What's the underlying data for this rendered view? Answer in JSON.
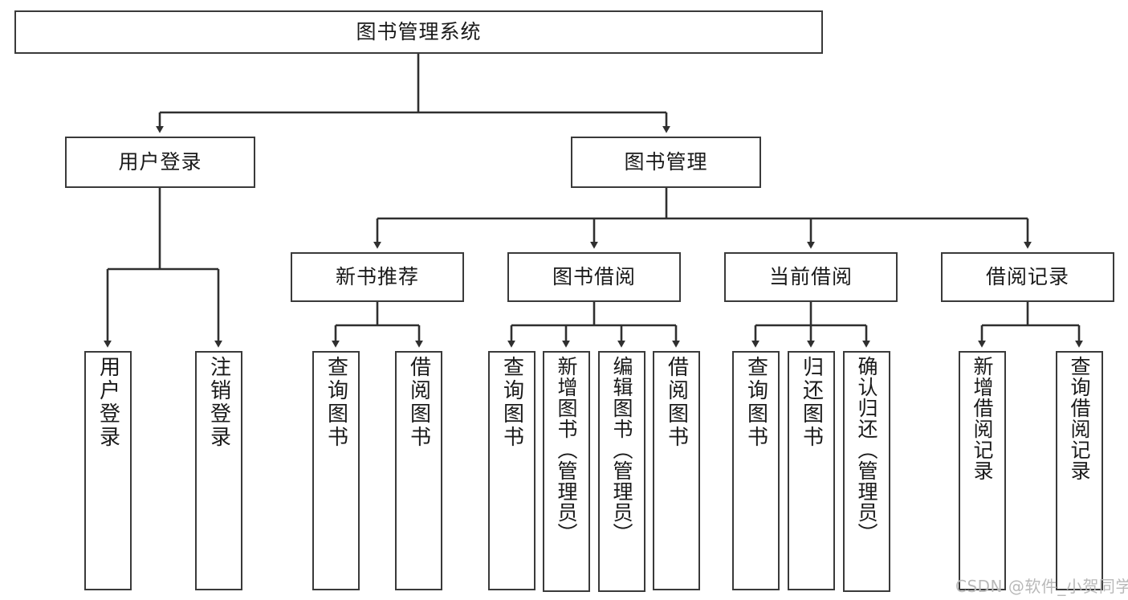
{
  "diagram": {
    "title": "图书管理系统",
    "type": "tree-hierarchy-chart",
    "colors": {
      "box_border": "#3a3a3a",
      "box_fill": "#ffffff",
      "edge": "#2f2f2f",
      "text": "#1a1a1a",
      "watermark": "#b9b9b9",
      "background": "#ffffff"
    },
    "watermark": "CSDN @软件_小贺同学"
  },
  "nodes": {
    "root": {
      "label": "图书管理系统"
    },
    "level2": [
      {
        "id": "user-login",
        "label": "用户登录"
      },
      {
        "id": "book-management",
        "label": "图书管理"
      }
    ],
    "level3": [
      {
        "id": "new-book-recommend",
        "label": "新书推荐"
      },
      {
        "id": "book-borrow",
        "label": "图书借阅"
      },
      {
        "id": "current-borrow",
        "label": "当前借阅"
      },
      {
        "id": "borrow-record",
        "label": "借阅记录"
      }
    ],
    "leaves": [
      {
        "id": "leaf-user-login",
        "label": "用户登录",
        "parent": "user-login"
      },
      {
        "id": "leaf-logout",
        "label": "注销登录",
        "parent": "user-login"
      },
      {
        "id": "leaf-query-book-1",
        "label": "查询图书",
        "parent": "new-book-recommend"
      },
      {
        "id": "leaf-borrow-book-1",
        "label": "借阅图书",
        "parent": "new-book-recommend"
      },
      {
        "id": "leaf-query-book-2",
        "label": "查询图书",
        "parent": "book-borrow"
      },
      {
        "id": "leaf-add-book",
        "label": "新增图书（管理员）",
        "parent": "book-borrow"
      },
      {
        "id": "leaf-edit-book",
        "label": "编辑图书（管理员）",
        "parent": "book-borrow"
      },
      {
        "id": "leaf-borrow-book-2",
        "label": "借阅图书",
        "parent": "book-borrow"
      },
      {
        "id": "leaf-query-book-3",
        "label": "查询图书",
        "parent": "current-borrow"
      },
      {
        "id": "leaf-return-book",
        "label": "归还图书",
        "parent": "current-borrow"
      },
      {
        "id": "leaf-confirm-return",
        "label": "确认归还（管理员）",
        "parent": "current-borrow"
      },
      {
        "id": "leaf-add-record",
        "label": "新增借阅记录",
        "parent": "borrow-record"
      },
      {
        "id": "leaf-query-record",
        "label": "查询借阅记录",
        "parent": "borrow-record"
      }
    ]
  }
}
